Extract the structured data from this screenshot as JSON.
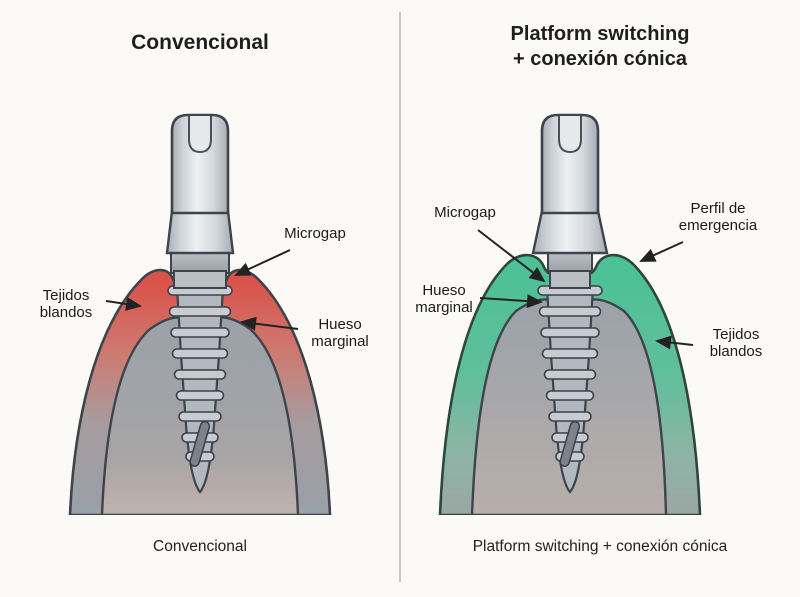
{
  "panels": {
    "left": {
      "title": "Convencional",
      "caption": "Convencional",
      "labels": {
        "tejidos_blandos": "Tejidos\nblandos",
        "microgap": "Microgap",
        "hueso_marginal": "Hueso\nmarginal"
      },
      "colors": {
        "tissue_top": "#d9534a",
        "tissue_mid": "#cd7b72"
      }
    },
    "right": {
      "title": "Platform switching\n+ conexión cónica",
      "caption": "Platform switching + conexión cónica",
      "labels": {
        "microgap": "Microgap",
        "perfil_emergencia": "Perfil de\nemergencia",
        "hueso_marginal": "Hueso\nmarginal",
        "tejidos_blandos": "Tejidos\nblandos"
      },
      "colors": {
        "tissue_top": "#4cc096",
        "tissue_mid": "#5fbf9c"
      }
    },
    "shared_colors": {
      "bone": "#9aa2a9",
      "implant_light": "#eef1f3",
      "implant_dark": "#a6acb3",
      "outline": "#3e444b",
      "arrow": "#222222"
    }
  }
}
